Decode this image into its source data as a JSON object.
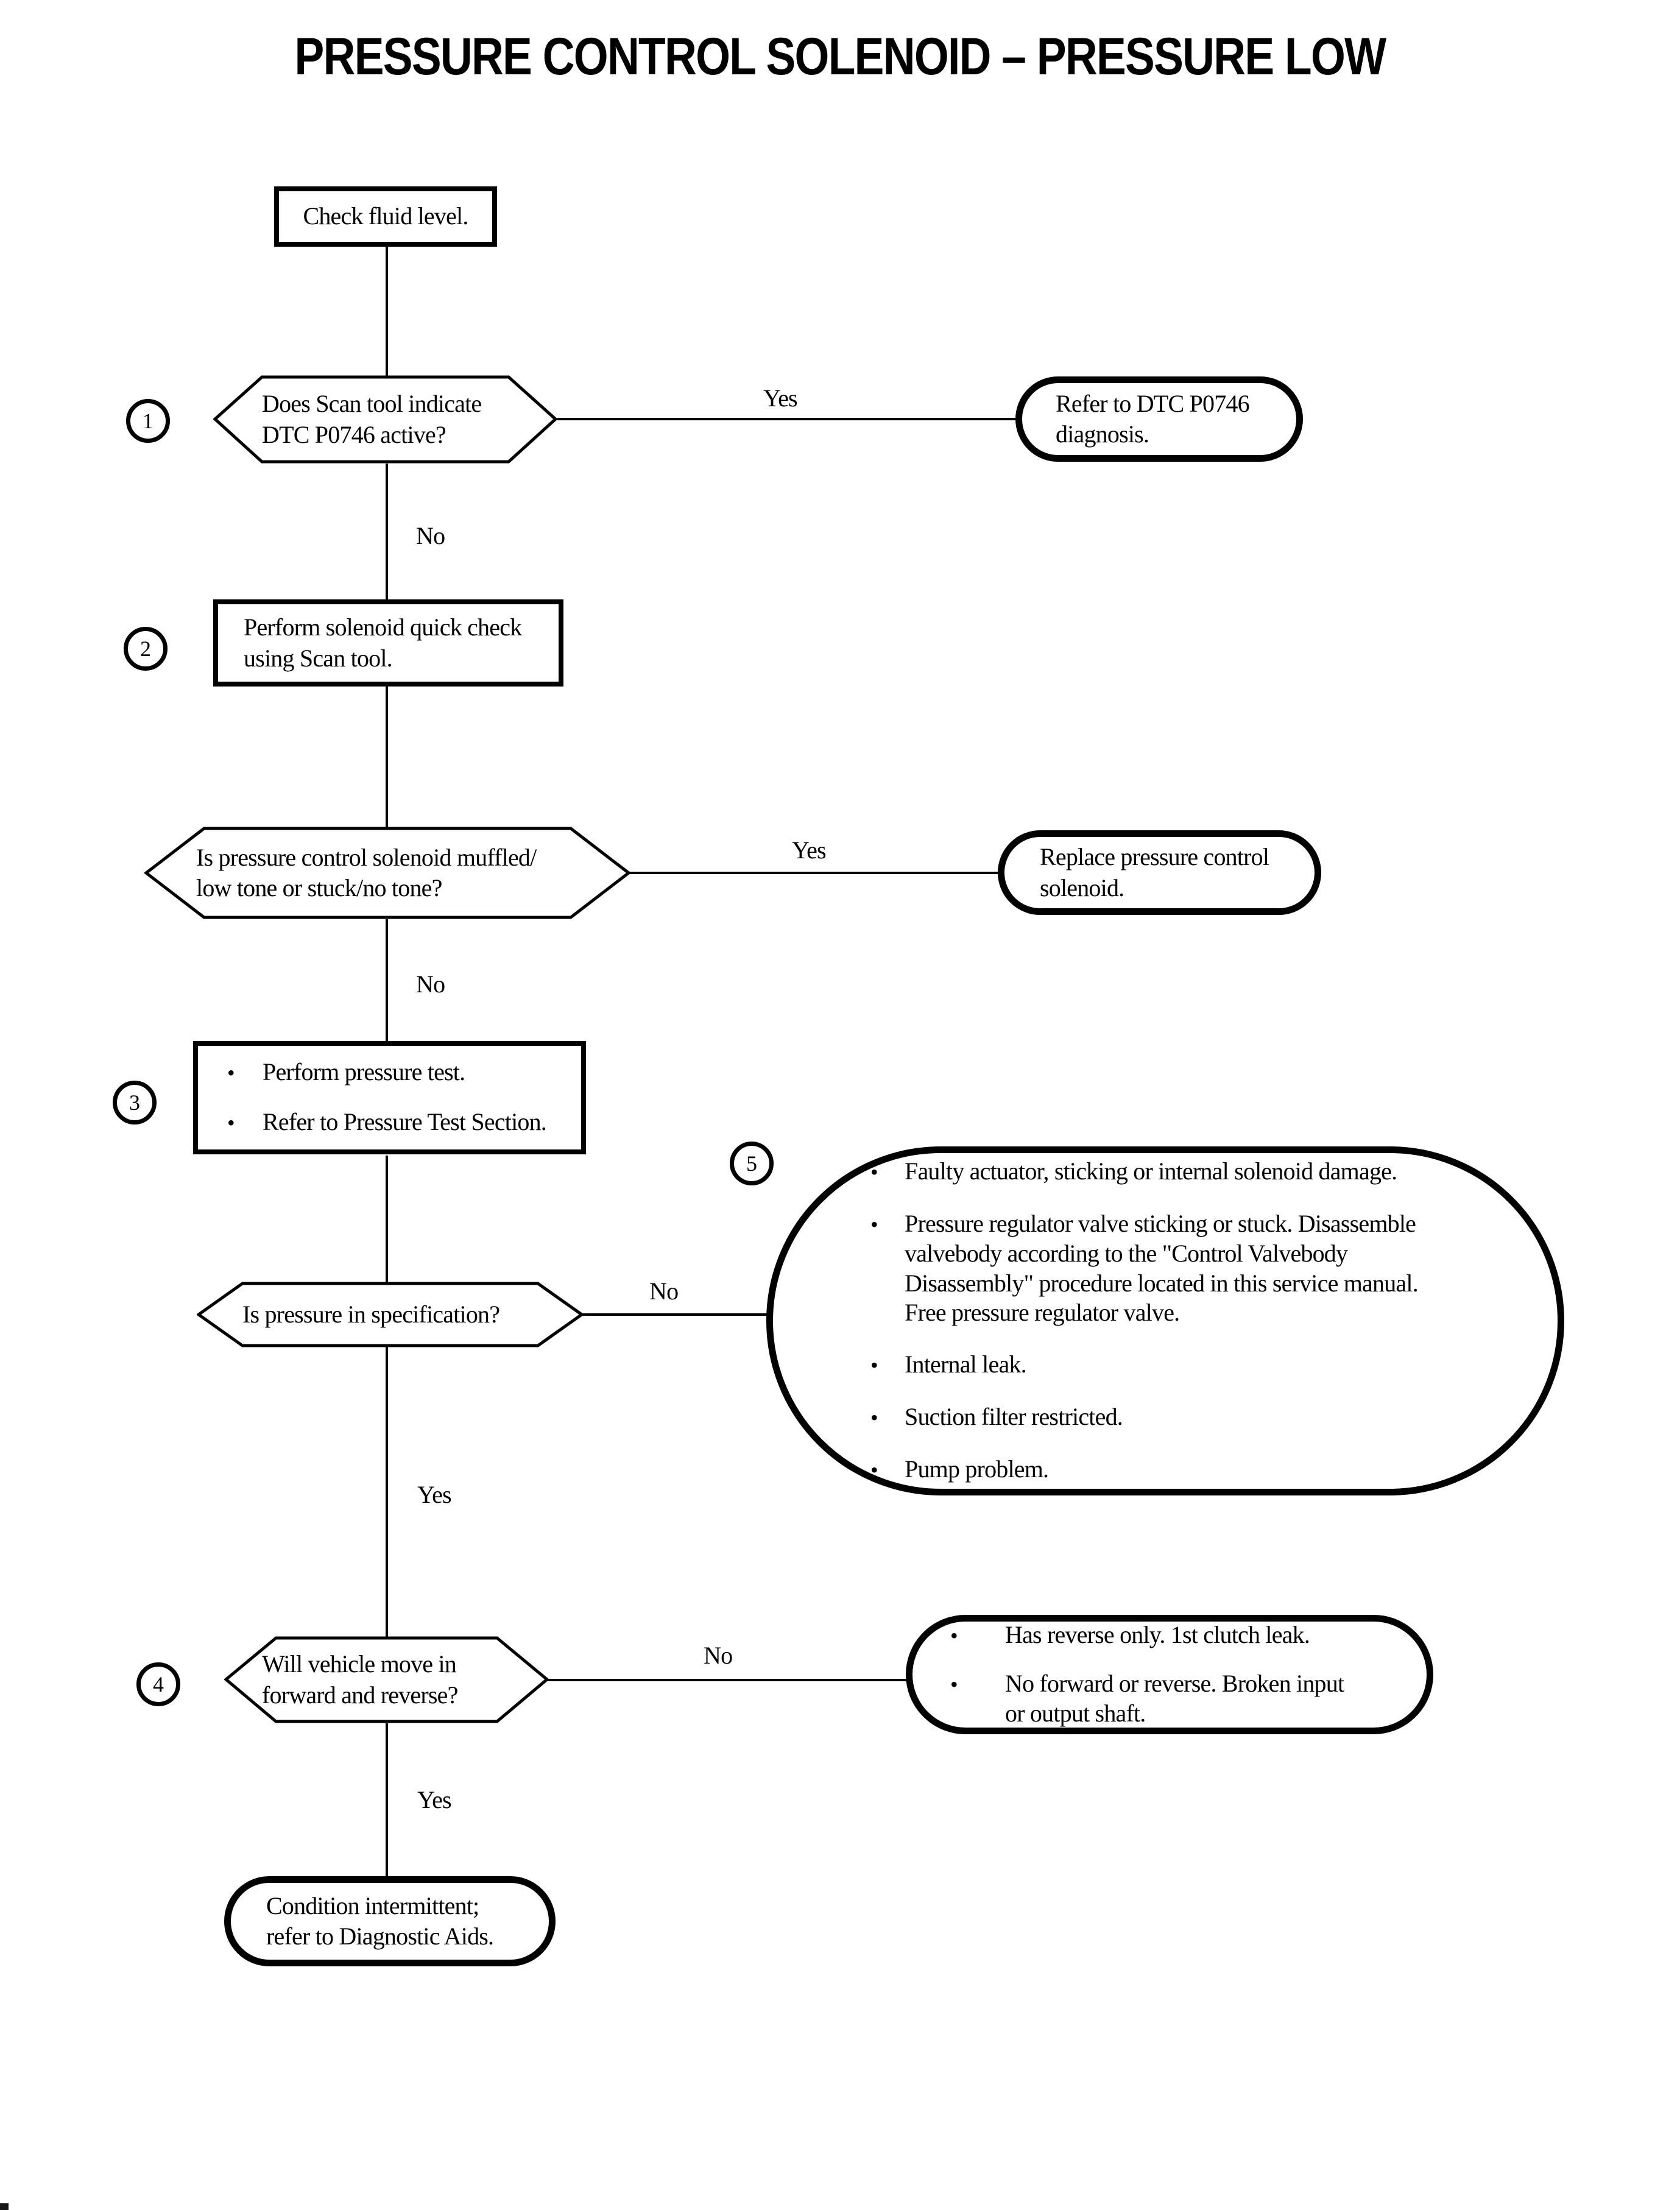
{
  "meta": {
    "bullet": "•"
  },
  "title": "PRESSURE CONTROL SOLENOID – PRESSURE LOW",
  "flow": {
    "start_box": "Check fluid level.",
    "q1": {
      "num": "1",
      "text": "Does Scan tool indicate\nDTC P0746 active?",
      "yes": "Yes",
      "no": "No"
    },
    "refer_dtc": "Refer to DTC P0746\ndiagnosis.",
    "step2": {
      "num": "2",
      "text": "Perform solenoid quick check\nusing Scan tool."
    },
    "q2": {
      "text": "Is pressure control solenoid muffled/\nlow tone or stuck/no tone?",
      "yes": "Yes",
      "no": "No"
    },
    "replace_solenoid": "Replace pressure control\nsolenoid.",
    "step3": {
      "num": "3",
      "bullets": [
        "Perform pressure test.",
        "Refer to Pressure Test Section."
      ]
    },
    "q3": {
      "text": "Is pressure in specification?",
      "no": "No",
      "yes": "Yes"
    },
    "causes5": {
      "num": "5",
      "bullets": [
        "Faulty actuator, sticking or internal solenoid damage.",
        "Pressure regulator valve sticking or stuck. Disassemble\nvalvebody according to the \"Control Valvebody\nDisassembly\" procedure located in this service manual.\nFree pressure regulator valve.",
        "Internal leak.",
        "Suction filter restricted.",
        "Pump problem."
      ]
    },
    "q4": {
      "num": "4",
      "text": "Will vehicle move in\nforward and reverse?",
      "no": "No",
      "yes": "Yes"
    },
    "no_move_causes": {
      "bullets": [
        "Has reverse only. 1st clutch leak.",
        "No forward or reverse. Broken input\nor output shaft."
      ]
    },
    "end_box": "Condition intermittent;\nrefer to Diagnostic Aids."
  }
}
